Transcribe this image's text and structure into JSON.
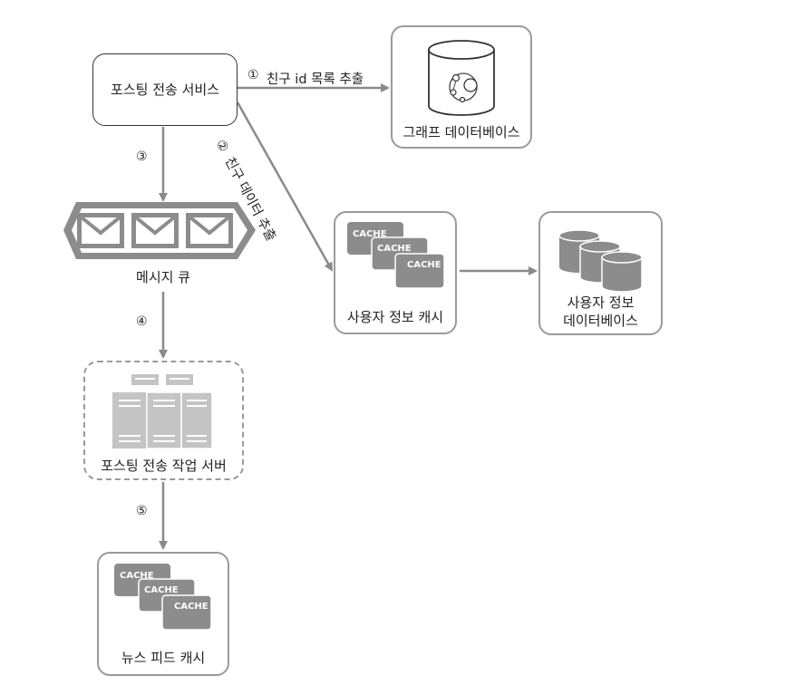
{
  "nodes": {
    "posting_service": "포스팅 전송 서비스",
    "graph_db": "그래프 데이터베이스",
    "message_queue": "메시지 큐",
    "user_cache": "사용자 정보 캐시",
    "user_db_line1": "사용자 정보",
    "user_db_line2": "데이터베이스",
    "workers": "포스팅 전송 작업 서버",
    "news_feed_cache": "뉴스 피드 캐시"
  },
  "cache_label": "CACHE",
  "steps": {
    "s1": "①",
    "s1_label": "친구 id 목록 추출",
    "s2": "②",
    "s2_label": "친구 데이터 추출",
    "s3": "③",
    "s4": "④",
    "s5": "⑤"
  },
  "colors": {
    "border": "#9a9a9a",
    "arrow": "#8a8a8a",
    "fill": "#8c8c8c",
    "server": "#c4c4c4"
  }
}
